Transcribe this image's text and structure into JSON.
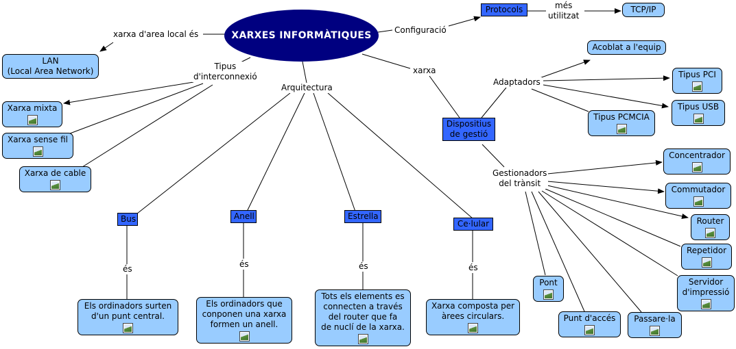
{
  "main": "XARXES INFORMÀTIQUES",
  "links": {
    "area_local": "xarxa d'area local és",
    "configuracio": "Configuració",
    "mes_utilitzat": "més\nutilitzat",
    "tipus_interconnexio": "Tipus\nd'interconnexió",
    "arquitectura": "Arquitectura",
    "xarxa": "xarxa",
    "adaptadors": "Adaptadors",
    "gestionadors": "Gestionadors\ndel trànsit",
    "es_bus": "és",
    "es_anell": "és",
    "es_estrella": "és",
    "es_celular": "és"
  },
  "nodes": {
    "protocols": "Protocols",
    "tcpip": "TCP/IP",
    "lan": "LAN\n(Local Area Network)",
    "xarxa_mixta": "Xarxa mixta",
    "xarxa_sense_fil": "Xarxa sense fil",
    "xarxa_cable": "Xarxa de cable",
    "dispositius": "Dispositius\nde gestió",
    "acoblat": "Acoblat a l'equip",
    "tipus_pci": "Tipus PCI",
    "tipus_usb": "Tipus USB",
    "tipus_pcmcia": "Tipus PCMCIA",
    "concentrador": "Concentrador",
    "commutador": "Commutador",
    "router": "Router",
    "repetidor": "Repetidor",
    "servidor": "Servidor\nd'impressió",
    "pont": "Pont",
    "punt_acces": "Punt d'accés",
    "passarela": "Passare·la",
    "bus": "Bus",
    "anell": "Anell",
    "estrella": "Estrella",
    "celular": "Ce·lular",
    "bus_desc": "Els ordinadors surten\nd'un punt central.",
    "anell_desc": "Els ordinadors que\nconponen una xarxa\nformen un anell.",
    "estrella_desc": "Tots els elements es\nconnecten a través\ndel router que fa\nde nuclí de la xarxa.",
    "celular_desc": "Xarxa composta per\nàrees circulars."
  },
  "colors": {
    "ellipse": "#000080",
    "concept_light": "#99ccff",
    "concept_dark": "#3366ff"
  },
  "icons": {
    "image_icon": "image-icon"
  }
}
